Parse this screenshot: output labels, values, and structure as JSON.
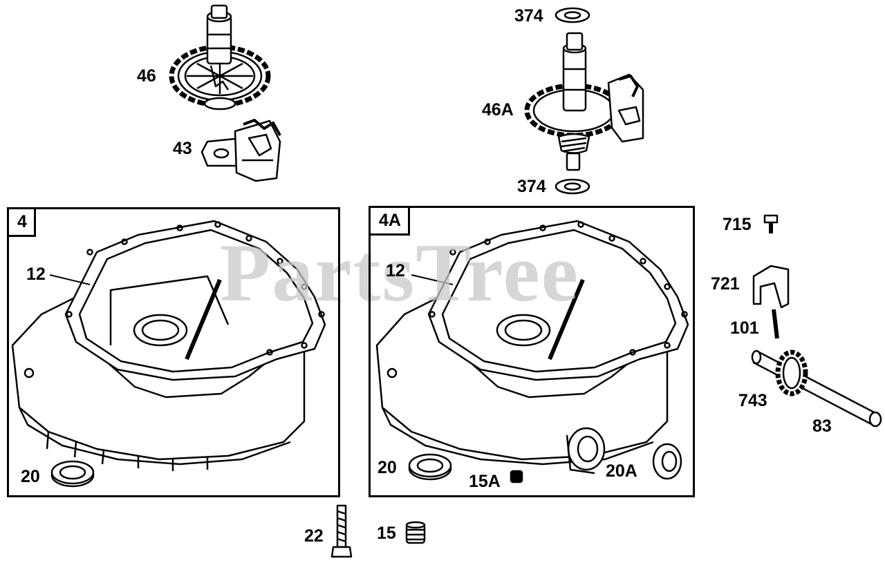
{
  "watermark": "PartsTree",
  "groups": {
    "left_box": "4",
    "right_box": "4A"
  },
  "callouts": {
    "p374_top": "374",
    "p46": "46",
    "p46A": "46A",
    "p43": "43",
    "p374_bottom": "374",
    "p715": "715",
    "p721": "721",
    "p101": "101",
    "p743": "743",
    "p83": "83",
    "p12_left": "12",
    "p20_left": "20",
    "p12_right": "12",
    "p20_right": "20",
    "p15A": "15A",
    "p20A": "20A",
    "p22": "22",
    "p15": "15"
  }
}
